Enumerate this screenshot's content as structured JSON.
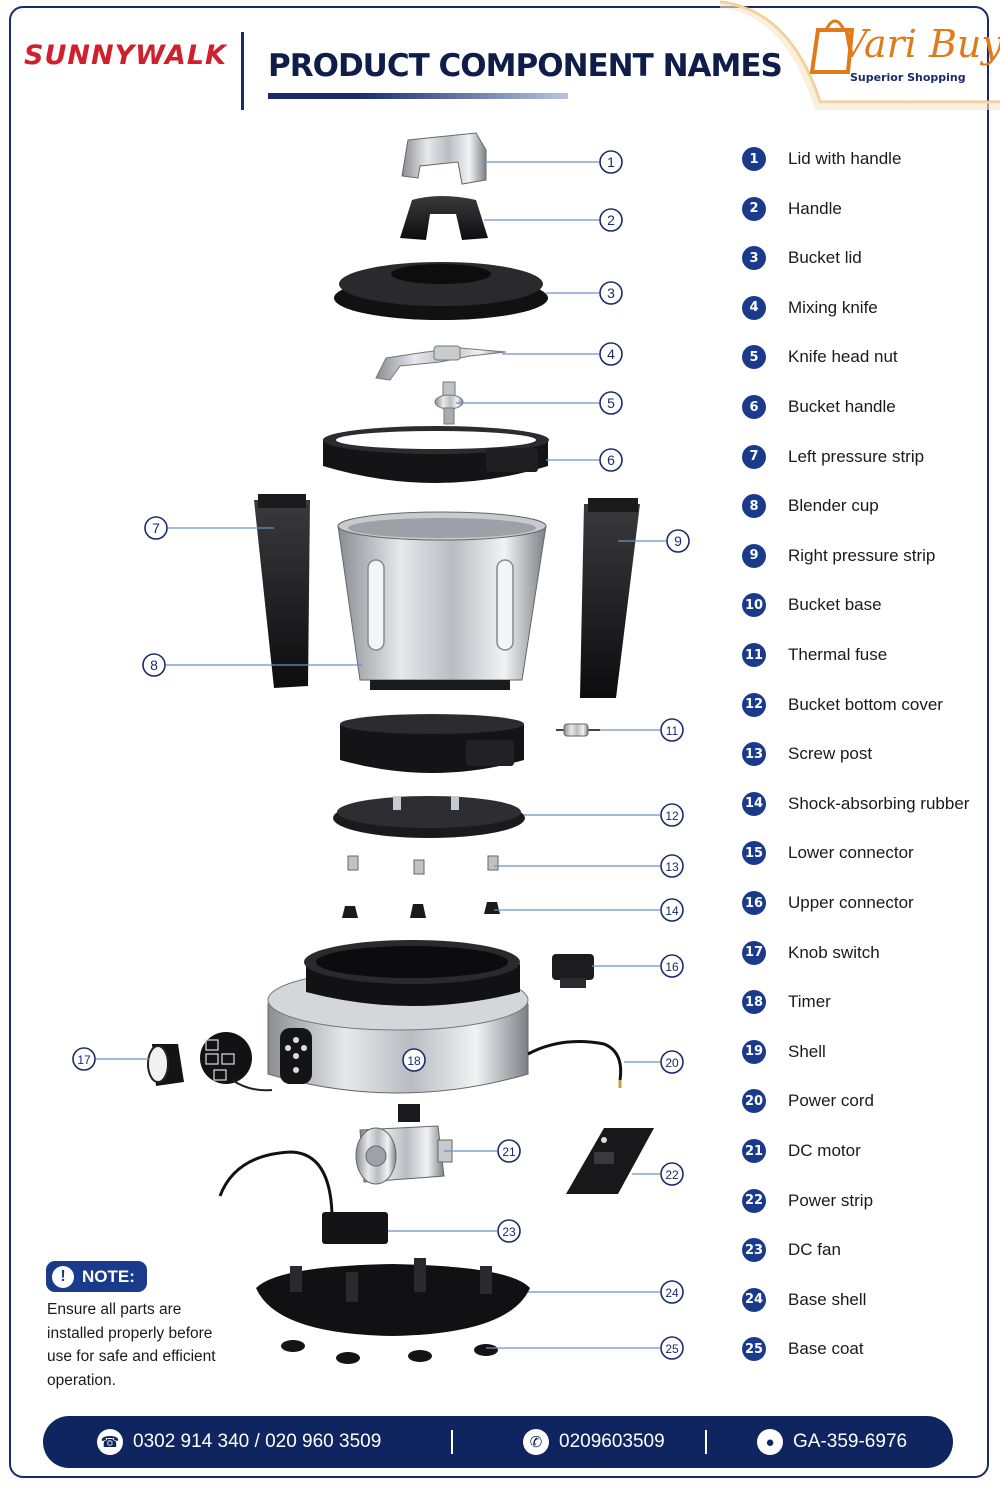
{
  "header": {
    "brand_left": "SUNNYWALK",
    "title": "PRODUCT COMPONENT NAMES",
    "brand_right_name": "Vari Buy",
    "brand_right_tagline": "Superior Shopping"
  },
  "components": [
    {
      "num": "1",
      "name": "Lid with handle"
    },
    {
      "num": "2",
      "name": "Handle"
    },
    {
      "num": "3",
      "name": "Bucket lid"
    },
    {
      "num": "4",
      "name": "Mixing knife"
    },
    {
      "num": "5",
      "name": "Knife head nut"
    },
    {
      "num": "6",
      "name": "Bucket handle"
    },
    {
      "num": "7",
      "name": "Left pressure strip"
    },
    {
      "num": "8",
      "name": "Blender cup"
    },
    {
      "num": "9",
      "name": "Right pressure strip"
    },
    {
      "num": "10",
      "name": "Bucket base"
    },
    {
      "num": "11",
      "name": "Thermal fuse"
    },
    {
      "num": "12",
      "name": "Bucket bottom cover"
    },
    {
      "num": "13",
      "name": "Screw post"
    },
    {
      "num": "14",
      "name": "Shock-absorbing rubber"
    },
    {
      "num": "15",
      "name": "Lower connector"
    },
    {
      "num": "16",
      "name": "Upper connector"
    },
    {
      "num": "17",
      "name": "Knob switch"
    },
    {
      "num": "18",
      "name": "Timer"
    },
    {
      "num": "19",
      "name": "Shell"
    },
    {
      "num": "20",
      "name": "Power cord"
    },
    {
      "num": "21",
      "name": "DC motor"
    },
    {
      "num": "22",
      "name": "Power strip"
    },
    {
      "num": "23",
      "name": "DC fan"
    },
    {
      "num": "24",
      "name": "Base shell"
    },
    {
      "num": "25",
      "name": "Base coat"
    }
  ],
  "callout_labels": [
    "1",
    "2",
    "3",
    "4",
    "5",
    "6",
    "7",
    "8",
    "9",
    "11",
    "12",
    "13",
    "14",
    "16",
    "17",
    "18",
    "20",
    "21",
    "22",
    "23",
    "24",
    "25"
  ],
  "note": {
    "title": "NOTE:",
    "icon": "exclamation-icon",
    "text": "Ensure all parts are installed properly before use for safe and efficient operation."
  },
  "contact": {
    "phone": "0302 914 340 / 020 960 3509",
    "whatsapp": "0209603509",
    "location": "GA-359-6976",
    "phone_icon": "phone-icon",
    "whatsapp_icon": "whatsapp-icon",
    "location_icon": "location-pin-icon"
  },
  "colors": {
    "navy": "#0f2560",
    "badge_blue": "#1a3a8c",
    "brand_red": "#d0202c",
    "brand_orange": "#e07a1a",
    "leader_line": "#6f8fc8"
  }
}
